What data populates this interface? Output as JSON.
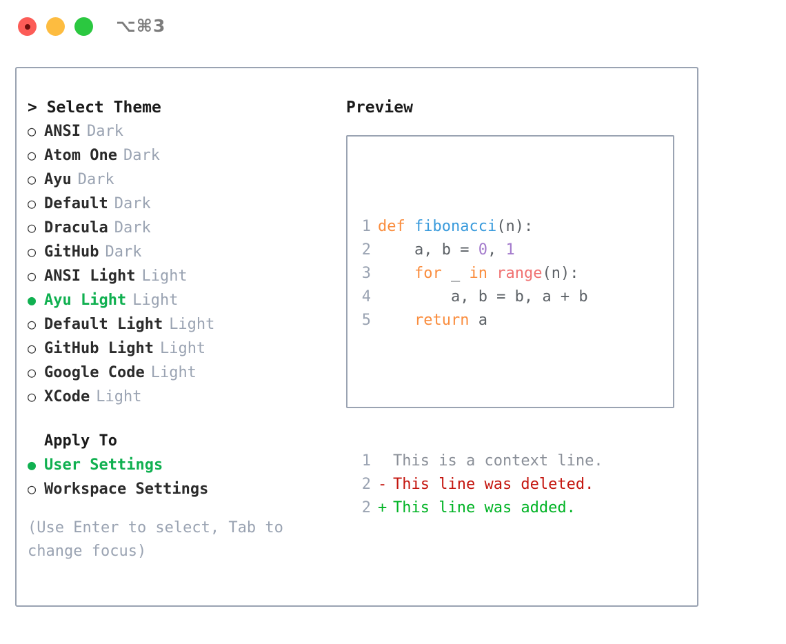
{
  "window": {
    "title": "⌥⌘3",
    "controls": [
      {
        "name": "close",
        "color": "#fc5c57"
      },
      {
        "name": "minimize",
        "color": "#fdbc40"
      },
      {
        "name": "zoom",
        "color": "#2bc840"
      }
    ]
  },
  "theme_panel": {
    "header": "> Select Theme",
    "options": [
      {
        "marker": "○",
        "name": "ANSI",
        "tag": "Dark",
        "selected": false
      },
      {
        "marker": "○",
        "name": "Atom One",
        "tag": "Dark",
        "selected": false
      },
      {
        "marker": "○",
        "name": "Ayu",
        "tag": "Dark",
        "selected": false
      },
      {
        "marker": "○",
        "name": "Default",
        "tag": "Dark",
        "selected": false
      },
      {
        "marker": "○",
        "name": "Dracula",
        "tag": "Dark",
        "selected": false
      },
      {
        "marker": "○",
        "name": "GitHub",
        "tag": "Dark",
        "selected": false
      },
      {
        "marker": "○",
        "name": "ANSI Light",
        "tag": "Light",
        "selected": false
      },
      {
        "marker": "●",
        "name": "Ayu Light",
        "tag": "Light",
        "selected": true
      },
      {
        "marker": "○",
        "name": "Default Light",
        "tag": "Light",
        "selected": false
      },
      {
        "marker": "○",
        "name": "GitHub Light",
        "tag": "Light",
        "selected": false
      },
      {
        "marker": "○",
        "name": "Google Code",
        "tag": "Light",
        "selected": false
      },
      {
        "marker": "○",
        "name": "XCode",
        "tag": "Light",
        "selected": false
      }
    ]
  },
  "apply_to": {
    "header": "Apply To",
    "options": [
      {
        "marker": "●",
        "label": "User Settings",
        "selected": true
      },
      {
        "marker": "○",
        "label": "Workspace Settings",
        "selected": false
      }
    ]
  },
  "hint": "(Use Enter to select, Tab to change focus)",
  "preview": {
    "header": "Preview",
    "code_lines": [
      {
        "no": "1",
        "tokens": [
          {
            "t": "def ",
            "c": "kw"
          },
          {
            "t": "fibonacci",
            "c": "fn"
          },
          {
            "t": "(n):",
            "c": "pl"
          }
        ]
      },
      {
        "no": "2",
        "tokens": [
          {
            "t": "    a, b = ",
            "c": "pl"
          },
          {
            "t": "0",
            "c": "num"
          },
          {
            "t": ", ",
            "c": "pl"
          },
          {
            "t": "1",
            "c": "num"
          }
        ]
      },
      {
        "no": "3",
        "tokens": [
          {
            "t": "    ",
            "c": "pl"
          },
          {
            "t": "for",
            "c": "kw"
          },
          {
            "t": " _ ",
            "c": "pl"
          },
          {
            "t": "in",
            "c": "kw"
          },
          {
            "t": " ",
            "c": "pl"
          },
          {
            "t": "range",
            "c": "call"
          },
          {
            "t": "(n):",
            "c": "pl"
          }
        ]
      },
      {
        "no": "4",
        "tokens": [
          {
            "t": "        a, b = b, a + b",
            "c": "pl"
          }
        ]
      },
      {
        "no": "5",
        "tokens": [
          {
            "t": "    ",
            "c": "pl"
          },
          {
            "t": "return",
            "c": "kw"
          },
          {
            "t": " a",
            "c": "pl"
          }
        ]
      }
    ],
    "diff_lines": [
      {
        "no": "1",
        "mark": " ",
        "text": "This is a context line.",
        "kind": "ctx"
      },
      {
        "no": "2",
        "mark": "-",
        "text": "This line was deleted.",
        "kind": "del"
      },
      {
        "no": "2",
        "mark": "+",
        "text": "This line was added.",
        "kind": "add"
      }
    ]
  },
  "colors": {
    "accent_green": "#10b050",
    "muted": "#9aa3b2",
    "border": "#9aa3b2",
    "keyword": "#fa8d3e",
    "function": "#3a9bdc",
    "number": "#a37acc",
    "call": "#f07171",
    "plain": "#5c6166",
    "diff_delete": "#c4160f",
    "diff_add": "#00b324",
    "diff_context": "#8a8f98"
  }
}
